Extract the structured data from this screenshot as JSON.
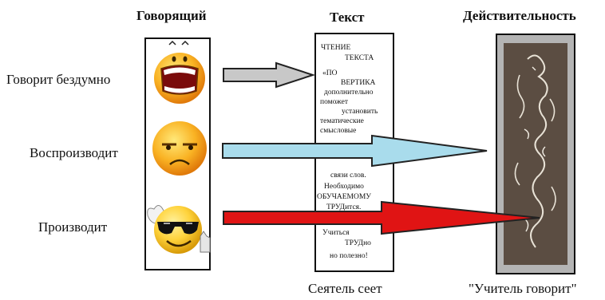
{
  "headers": {
    "speaker": "Говорящий",
    "text": "Текст",
    "reality": "Действительность"
  },
  "rows": [
    {
      "label": "Говорит бездумно",
      "arrow_color": "#c8c8c8"
    },
    {
      "label": "Воспроизводит",
      "arrow_color": "#a9dcec"
    },
    {
      "label": "Производит",
      "arrow_color": "#e01414"
    }
  ],
  "text_lines": [
    "ЧТЕНИЕ",
    "ТЕКСТА",
    "«ПО",
    "ВЕРТИКА",
    "дополнительно",
    "поможет",
    "установить",
    "тематические",
    "смысловые",
    "связи  слов.",
    "Необходимо",
    "ОБУЧАЕМОМУ",
    "ТРУДится.",
    "Учиться",
    "ТРУДно",
    "но полезно!"
  ],
  "captions": {
    "text": "Сеятель сеет",
    "reality": "\"Учитель говорит\""
  },
  "colors": {
    "smiley": "#f7a21a",
    "smiley_light": "#ffe26a"
  }
}
